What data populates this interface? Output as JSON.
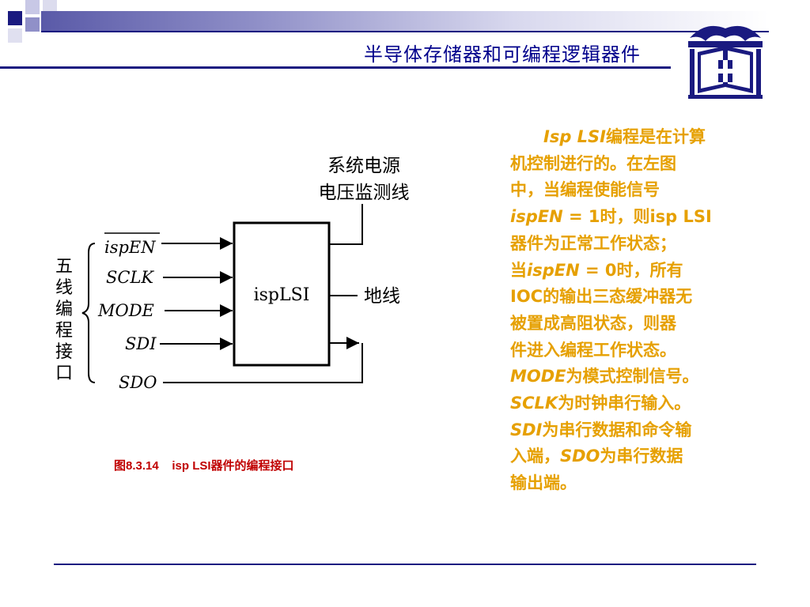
{
  "header": {
    "title": "半导体存储器和可编程逻辑器件",
    "colors": {
      "primary": "#00008b",
      "accent": "#e6a000",
      "caption": "#c00000"
    }
  },
  "logo": {
    "icon": "university-emblem-icon"
  },
  "diagram": {
    "top_label_line1": "系统电源",
    "top_label_line2": "电压监测线",
    "chip_label": "ispLSI",
    "ground_label": "地线",
    "brace_label": [
      "五",
      "线",
      "编",
      "程",
      "接",
      "口"
    ],
    "signals": {
      "ispen": "ispEN",
      "sclk": "SCLK",
      "mode": "MODE",
      "sdi": "SDI",
      "sdo": "SDO"
    }
  },
  "caption": "图8.3.14    isp LSI器件的编程接口",
  "body": {
    "p1_a": "Isp LSI",
    "p1_b": "编程是在计算",
    "p2": "机控制进行的。在左图",
    "p3": "中，当编程使能信号",
    "p4_a": "ispEN",
    "p4_b": " = 1时，则isp LSI",
    "p5": "器件为正常工作状态；",
    "p6_a": "当",
    "p6_b": "ispEN",
    "p6_c": " = 0时，所有",
    "p7": "IOC的输出三态缓冲器无",
    "p8": "被置成高阻状态，则器",
    "p9": "件进入编程工作状态。",
    "p10_a": "MODE",
    "p10_b": "为模式控制信号。",
    "p11_a": "SCLK",
    "p11_b": "为时钟串行输入。",
    "p12_a": "SDI",
    "p12_b": "为串行数据和命令输",
    "p13_a": "入端，",
    "p13_b": "SDO",
    "p13_c": "为串行数据",
    "p14": "输出端。"
  }
}
